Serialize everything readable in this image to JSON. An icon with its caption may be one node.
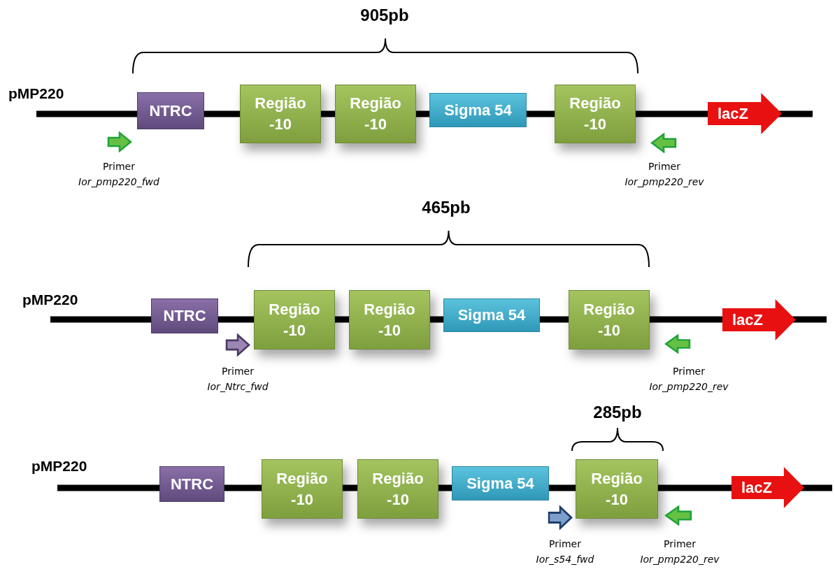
{
  "diagram": {
    "nodes": [
      {
        "text": [
          "NTRC"
        ]
      },
      {
        "text": [
          "Região -10"
        ]
      },
      {
        "text": [
          "Região -10"
        ]
      },
      {
        "text": [
          "Sigma 54"
        ]
      },
      {
        "text": [
          "Região -10"
        ]
      },
      {
        "text": [
          "lacZ"
        ]
      },
      {
        "text": [],
        "shape": "arrow",
        "beside": [
          "Primer",
          "Ior_pmp220_fwd"
        ]
      },
      {
        "text": [],
        "shape": "arrow",
        "beside": [
          "Primer",
          "Ior_pmp220_rev"
        ]
      },
      {
        "text": [
          "NTRC"
        ]
      },
      {
        "text": [
          "Região -10"
        ]
      },
      {
        "text": [
          "Região -10"
        ]
      },
      {
        "text": [
          "Sigma 54"
        ]
      },
      {
        "text": [
          "Região -10"
        ]
      },
      {
        "text": [
          "lacZ"
        ]
      },
      {
        "text": [],
        "shape": "arrow",
        "beside": [
          "Primer",
          "Ior_Ntrc_fwd"
        ]
      },
      {
        "text": [],
        "shape": "arrow",
        "beside": [
          "Primer",
          "Ior_pmp220_rev"
        ]
      },
      {
        "text": [
          "NTRC"
        ]
      },
      {
        "text": [
          "Região -10"
        ]
      },
      {
        "text": [
          "Região -10"
        ]
      },
      {
        "text": [
          "Sigma 54"
        ]
      },
      {
        "text": [
          "Região -10"
        ]
      },
      {
        "text": [
          "lacZ"
        ]
      },
      {
        "text": [],
        "shape": "arrow",
        "beside": [
          "Primer",
          "Ior_s54_fwd"
        ]
      },
      {
        "text": [],
        "shape": "arrow",
        "beside": [
          "Primer",
          "Ior_pmp220_rev"
        ]
      }
    ],
    "labels": [
      "905pb",
      "pMP220",
      "465pb",
      "pMP220",
      "285pb",
      "pMP220"
    ]
  }
}
